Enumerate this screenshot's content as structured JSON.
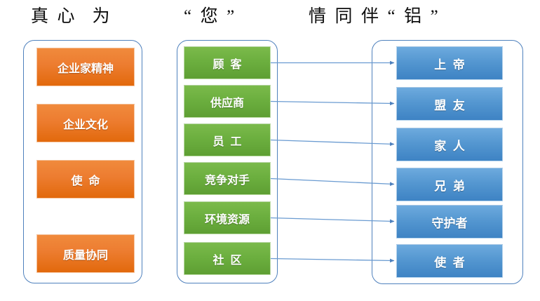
{
  "title": {
    "segment_1": "真  心    为",
    "segment_2": "“  您  ”",
    "segment_3": "情  同  伴  “  铝  ”",
    "full_text": "真 心 为 “ 您 ” 情 同 伴 “ 铝 ”"
  },
  "colors": {
    "orange_top": "#F08A3C",
    "orange_bottom": "#E2690C",
    "green_top": "#7BBA4B",
    "green_bottom": "#5E9F33",
    "blue_top": "#6DAADE",
    "blue_bottom": "#3E83C4",
    "panel_border": "#4F81BD",
    "connector": "#4F81BD",
    "title_text": "#0D0D0D",
    "chip_text": "#FFFFFF",
    "background": "#FFFFFF"
  },
  "panels": {
    "left": {
      "name": "values-panel",
      "items": [
        {
          "label": "企业家精神"
        },
        {
          "label": "企业文化"
        },
        {
          "label": "使  命"
        },
        {
          "label": "质量协同"
        }
      ]
    },
    "middle": {
      "name": "stakeholders-panel",
      "items": [
        {
          "label": "顾  客"
        },
        {
          "label": "供应商"
        },
        {
          "label": "员  工"
        },
        {
          "label": "竞争对手"
        },
        {
          "label": "环境资源"
        },
        {
          "label": "社  区"
        }
      ]
    },
    "right": {
      "name": "roles-panel",
      "items": [
        {
          "label": "上  帝"
        },
        {
          "label": "盟  友"
        },
        {
          "label": "家  人"
        },
        {
          "label": "兄  弟"
        },
        {
          "label": "守护者"
        },
        {
          "label": "使  者"
        }
      ]
    }
  },
  "connectors": [
    {
      "from": "顾  客",
      "to": "上  帝"
    },
    {
      "from": "供应商",
      "to": "盟  友"
    },
    {
      "from": "员  工",
      "to": "家  人"
    },
    {
      "from": "竞争对手",
      "to": "兄  弟"
    },
    {
      "from": "环境资源",
      "to": "守护者"
    },
    {
      "from": "社  区",
      "to": "使  者"
    }
  ]
}
